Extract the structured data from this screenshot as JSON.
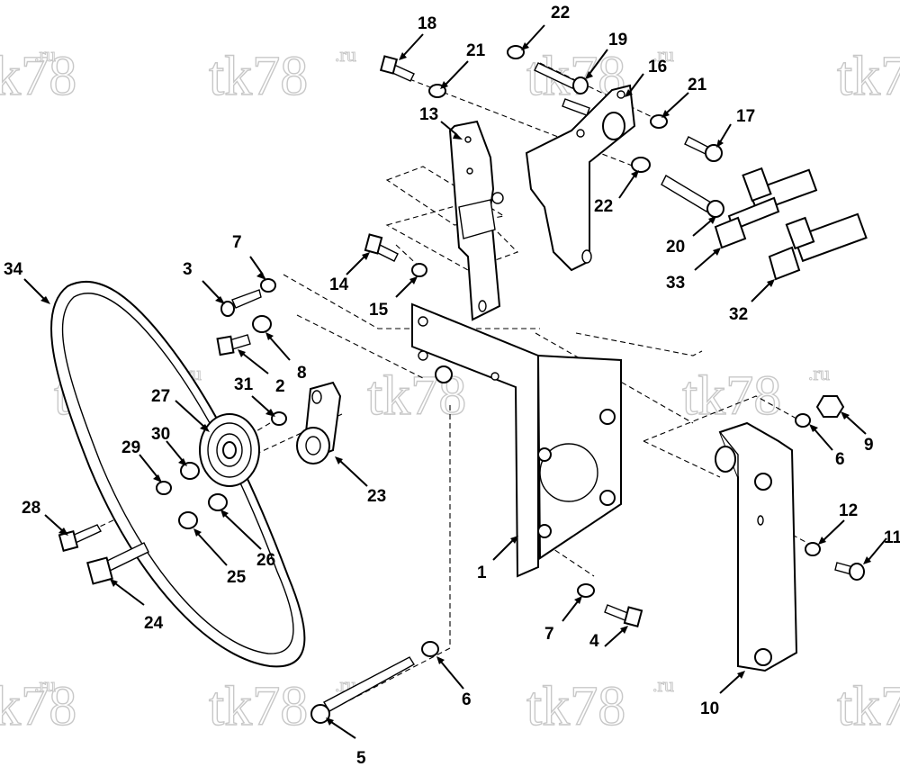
{
  "watermark": {
    "main": "tk78",
    "sup": ".ru"
  },
  "callouts": [
    {
      "id": "c18",
      "label": "18"
    },
    {
      "id": "c22a",
      "label": "22"
    },
    {
      "id": "c21a",
      "label": "21"
    },
    {
      "id": "c19",
      "label": "19"
    },
    {
      "id": "c16",
      "label": "16"
    },
    {
      "id": "c21b",
      "label": "21"
    },
    {
      "id": "c13",
      "label": "13"
    },
    {
      "id": "c17",
      "label": "17"
    },
    {
      "id": "c22b",
      "label": "22"
    },
    {
      "id": "c20",
      "label": "20"
    },
    {
      "id": "c33",
      "label": "33"
    },
    {
      "id": "c32",
      "label": "32"
    },
    {
      "id": "c7a",
      "label": "7"
    },
    {
      "id": "c3",
      "label": "3"
    },
    {
      "id": "c34",
      "label": "34"
    },
    {
      "id": "c14",
      "label": "14"
    },
    {
      "id": "c15",
      "label": "15"
    },
    {
      "id": "c8",
      "label": "8"
    },
    {
      "id": "c2",
      "label": "2"
    },
    {
      "id": "c31",
      "label": "31"
    },
    {
      "id": "c27",
      "label": "27"
    },
    {
      "id": "c30",
      "label": "30"
    },
    {
      "id": "c29",
      "label": "29"
    },
    {
      "id": "c23",
      "label": "23"
    },
    {
      "id": "c28",
      "label": "28"
    },
    {
      "id": "c25",
      "label": "25"
    },
    {
      "id": "c26",
      "label": "26"
    },
    {
      "id": "c24",
      "label": "24"
    },
    {
      "id": "c1",
      "label": "1"
    },
    {
      "id": "c7b",
      "label": "7"
    },
    {
      "id": "c4",
      "label": "4"
    },
    {
      "id": "c6a",
      "label": "6"
    },
    {
      "id": "c9",
      "label": "9"
    },
    {
      "id": "c12",
      "label": "12"
    },
    {
      "id": "c11",
      "label": "11"
    },
    {
      "id": "c10",
      "label": "10"
    },
    {
      "id": "c6b",
      "label": "6"
    },
    {
      "id": "c5",
      "label": "5"
    }
  ]
}
